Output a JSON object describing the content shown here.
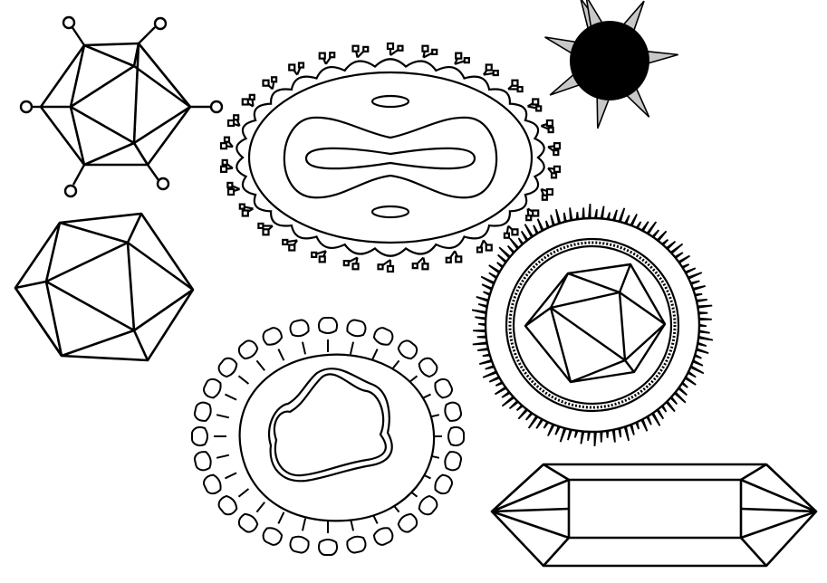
{
  "figure": {
    "background": "#ffffff",
    "stroke_color": "#000000",
    "spike_fill": "#c8c8c8",
    "shapes": [
      {
        "id": "icosahedral-phage",
        "kind": "icosahedron with fibers",
        "fiber_count": 6
      },
      {
        "id": "envelope-virus-oval",
        "kind": "enveloped oval with dumbbell core and glycoprotein knobs"
      },
      {
        "id": "spiked-black-virus",
        "kind": "filled sphere with spikes",
        "spike_count": 8
      },
      {
        "id": "icosahedral-capsid",
        "kind": "plain icosahedron"
      },
      {
        "id": "fringed-envelope-virus",
        "kind": "fringed envelope with icosahedral capsid"
      },
      {
        "id": "petal-envelope-virus",
        "kind": "enveloped virus with petal spikes and coiled genome"
      },
      {
        "id": "elongated-capsid",
        "kind": "elongated prolate capsid"
      }
    ]
  }
}
